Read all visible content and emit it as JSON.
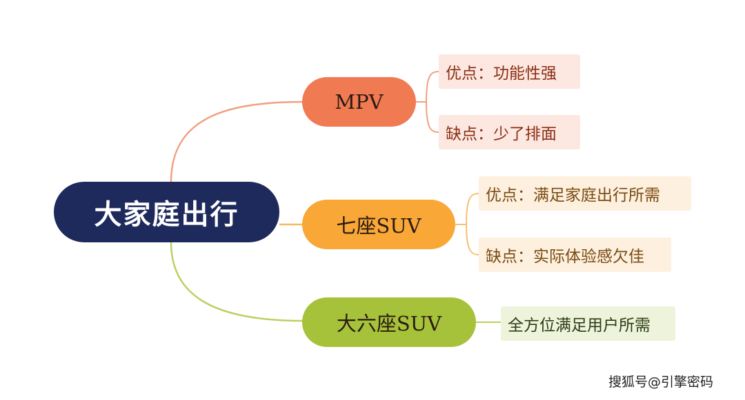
{
  "colors": {
    "root": "#1f2a5c",
    "mpv": "#f07a52",
    "seven_seat": "#f9a737",
    "large_six_seat": "#a6c23a"
  },
  "root": {
    "label": "大家庭出行"
  },
  "branches": [
    {
      "label": "MPV",
      "leaves": [
        "优点：功能性强",
        "缺点：少了排面"
      ]
    },
    {
      "label": "七座SUV",
      "leaves": [
        "优点：满足家庭出行所需",
        "缺点：实际体验感欠佳"
      ]
    },
    {
      "label": "大六座SUV",
      "leaves": [
        "全方位满足用户所需"
      ]
    }
  ],
  "watermark": "搜狐号@引擎密码"
}
